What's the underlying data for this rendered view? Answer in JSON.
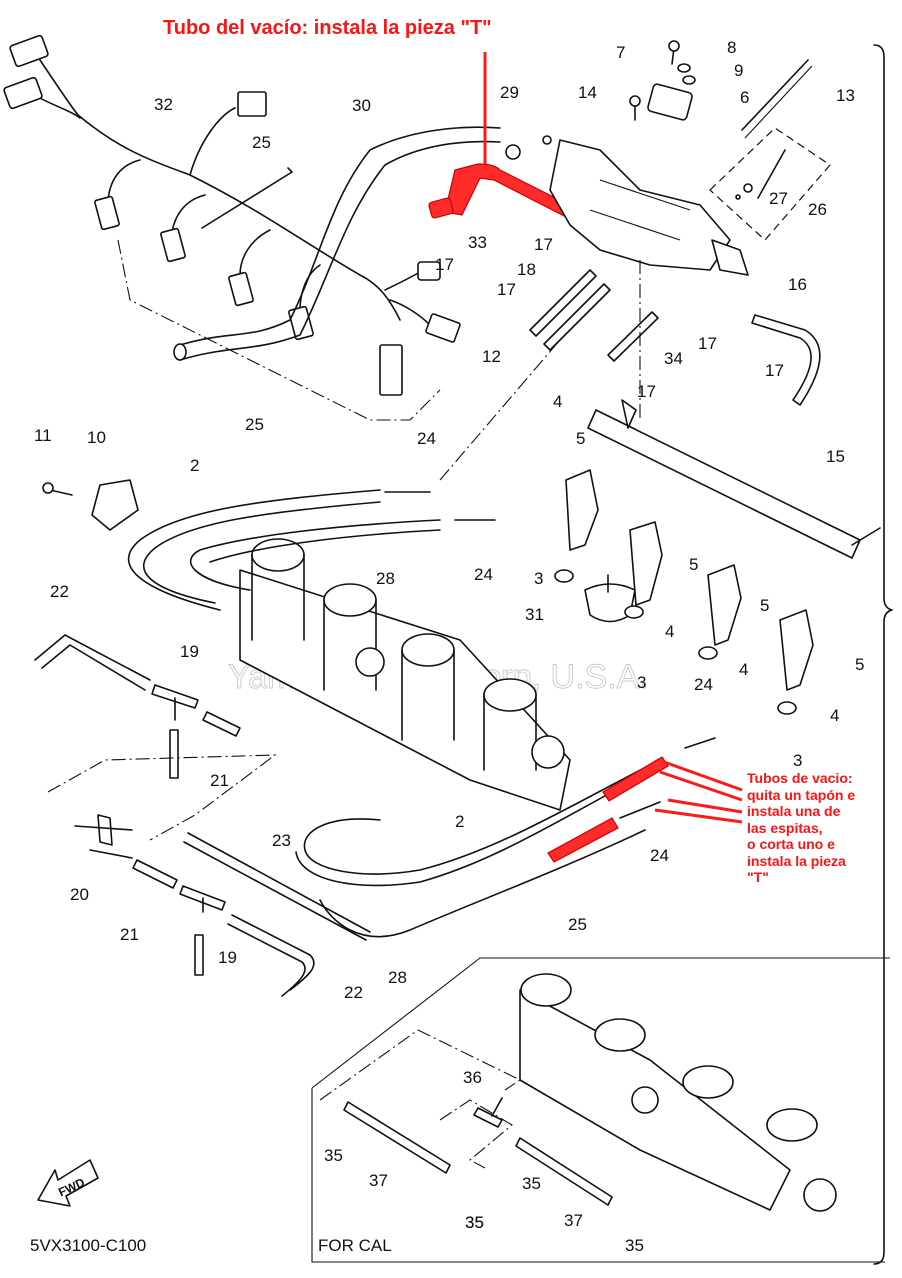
{
  "annotations": {
    "top": "Tubo del vacío: instala la pieza \"T\"",
    "side_lines": [
      "Tubos de vacio:",
      "quita un tapón e",
      "instala una de",
      "las espitas,",
      "o corta uno e",
      "instala la pieza",
      "\"T\""
    ]
  },
  "diagram_code": "5VX3100-C100",
  "inset_label": "FOR CAL",
  "watermark": "Yamaha Motor Corp, U.S.A.",
  "fwd_label": "FWD",
  "colors": {
    "highlight": "#ff2a2a",
    "annotation": "#ff1212",
    "line": "#111111"
  },
  "callouts": [
    {
      "n": "7"
    },
    {
      "n": "8"
    },
    {
      "n": "9"
    },
    {
      "n": "6"
    },
    {
      "n": "13"
    },
    {
      "n": "14"
    },
    {
      "n": "29"
    },
    {
      "n": "32"
    },
    {
      "n": "30"
    },
    {
      "n": "25"
    },
    {
      "n": "27"
    },
    {
      "n": "26"
    },
    {
      "n": "33"
    },
    {
      "n": "17"
    },
    {
      "n": "17"
    },
    {
      "n": "18"
    },
    {
      "n": "17"
    },
    {
      "n": "16"
    },
    {
      "n": "12"
    },
    {
      "n": "34"
    },
    {
      "n": "17"
    },
    {
      "n": "17"
    },
    {
      "n": "17"
    },
    {
      "n": "11"
    },
    {
      "n": "10"
    },
    {
      "n": "25"
    },
    {
      "n": "24"
    },
    {
      "n": "4"
    },
    {
      "n": "5"
    },
    {
      "n": "2"
    },
    {
      "n": "15"
    },
    {
      "n": "28"
    },
    {
      "n": "24"
    },
    {
      "n": "3"
    },
    {
      "n": "5"
    },
    {
      "n": "31"
    },
    {
      "n": "22"
    },
    {
      "n": "4"
    },
    {
      "n": "5"
    },
    {
      "n": "19"
    },
    {
      "n": "3"
    },
    {
      "n": "4"
    },
    {
      "n": "5"
    },
    {
      "n": "24"
    },
    {
      "n": "4"
    },
    {
      "n": "21"
    },
    {
      "n": "3"
    },
    {
      "n": "20"
    },
    {
      "n": "23"
    },
    {
      "n": "2"
    },
    {
      "n": "24"
    },
    {
      "n": "21"
    },
    {
      "n": "19"
    },
    {
      "n": "25"
    },
    {
      "n": "28"
    },
    {
      "n": "22"
    },
    {
      "n": "36"
    },
    {
      "n": "35"
    },
    {
      "n": "37"
    },
    {
      "n": "35"
    },
    {
      "n": "35"
    },
    {
      "n": "35"
    },
    {
      "n": "37"
    },
    {
      "n": "35"
    }
  ]
}
